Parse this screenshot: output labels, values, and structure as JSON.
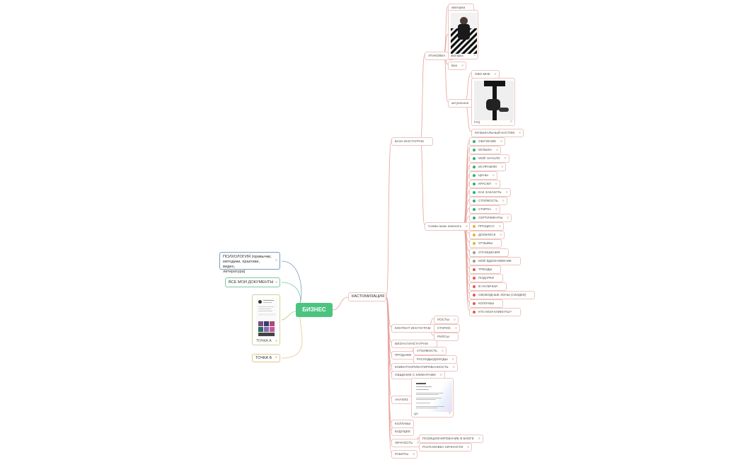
{
  "root": {
    "label": "БИЗНЕС"
  },
  "left": {
    "psych_lines": [
      "ПСИХОЛОГИЯ (привычки,",
      "методики, практики, видео,",
      "литература)"
    ],
    "docs": "ВСЕ МОИ ДОКУМЕНТЫ",
    "point_a": "ТОЧКА А",
    "point_b": "ТОЧКА Б"
  },
  "main": {
    "custom": "КАСТОМИЗАЦИЯ"
  },
  "insta_base": {
    "label": "БАЗА ИНСТАГРАМ",
    "pack": "УПАКОВКА",
    "top_card": "аватарка",
    "avatar_leaf": "аватарка",
    "bio": "Био",
    "stories": "актуальное",
    "about": "ОБО МНЕ",
    "faq": "FAQ",
    "music": "МУЗЫКАЛЬНЫЙ КАСТОМ",
    "write": "Схемы моих написать",
    "topics": [
      {
        "label": "ОБУЧЕНИЕ",
        "color": "#2fae7a"
      },
      {
        "label": "МУЗЫКА",
        "color": "#2fae7a"
      },
      {
        "label": "МОЁ НАЧАЛО",
        "color": "#2fae7a"
      },
      {
        "label": "ИСПРАВЛЮ",
        "color": "#2fae7a"
      },
      {
        "label": "ЦЕНЫ",
        "color": "#2fae7a"
      },
      {
        "label": "КРАСКИ",
        "color": "#2fae7a"
      },
      {
        "label": "КАК ЗАКАЗАТЬ",
        "color": "#2fae7a"
      },
      {
        "label": "СТОЙКОСТЬ",
        "color": "#2fae7a"
      },
      {
        "label": "СТИРКА",
        "color": "#2fae7a"
      },
      {
        "label": "СЕРТИФИКАТЫ",
        "color": "#2fae7a"
      },
      {
        "label": "ПРОЦЕСС",
        "color": "#e0b92c"
      },
      {
        "label": "ДОЛЬЧЕСК",
        "color": "#e0b92c"
      },
      {
        "label": "ОТЗЫВЫ",
        "color": "#e0b92c"
      },
      {
        "label": "ОТНОШЕНИЯ",
        "color": "#999999"
      },
      {
        "label": "МОЁ ВДОХНОВЕНИЕ",
        "color": "#999999"
      },
      {
        "label": "ТРЕНДЫ",
        "color": "#e05a4f"
      },
      {
        "label": "ПОДАРКИ",
        "color": "#e05a4f"
      },
      {
        "label": "В НАЛИЧИИ",
        "color": "#e05a4f"
      },
      {
        "label": "СВОБОДНЫЕ ЗОНЫ (СКИДКИ)",
        "color": "#e05a4f"
      },
      {
        "label": "КОЛЛАБЫ",
        "color": "#e05a4f"
      },
      {
        "label": "КТО МОИ КЛИЕНТЫ?",
        "color": "#e05a4f"
      }
    ]
  },
  "content": {
    "label": "КОНТЕНТ ИНСТАГРАМ",
    "items": [
      "ПОСТЫ",
      "СТОРИС",
      "РИЛСЫ"
    ]
  },
  "visual": "ВИЗУАЛ ИНСТАГРАМ",
  "sales": {
    "label": "ПРОДАЖИ",
    "items": [
      "СТОИМОСТЬ",
      "РАСХОДЫ/ДОХОДЫ"
    ]
  },
  "client_focus": "КЛИЕНТООРИЕНТИРОВАННОСТЬ",
  "client_talk": "ОБЩЕНИЕ С КЛИЕНТАМИ",
  "analysis": {
    "label": "АНАЛИЗ",
    "card_caption": "ЦА"
  },
  "collabs": "КОЛЛАБЫ",
  "future": "БУДУЩЕЕ",
  "personality": {
    "label": "ЛИЧНОСТЬ",
    "items": [
      "ПОЗИЦИОНИРОВАНИЕ В БЛОГЕ",
      "РАСПАКОВКА ЛИЧНОСТИ"
    ]
  },
  "works": "РАБОТЫ",
  "colors": {
    "root": "#4bc47f",
    "branch_line": "#e8a39b",
    "border": "#ecc5c0"
  },
  "icons": {
    "note": "note-icon"
  }
}
